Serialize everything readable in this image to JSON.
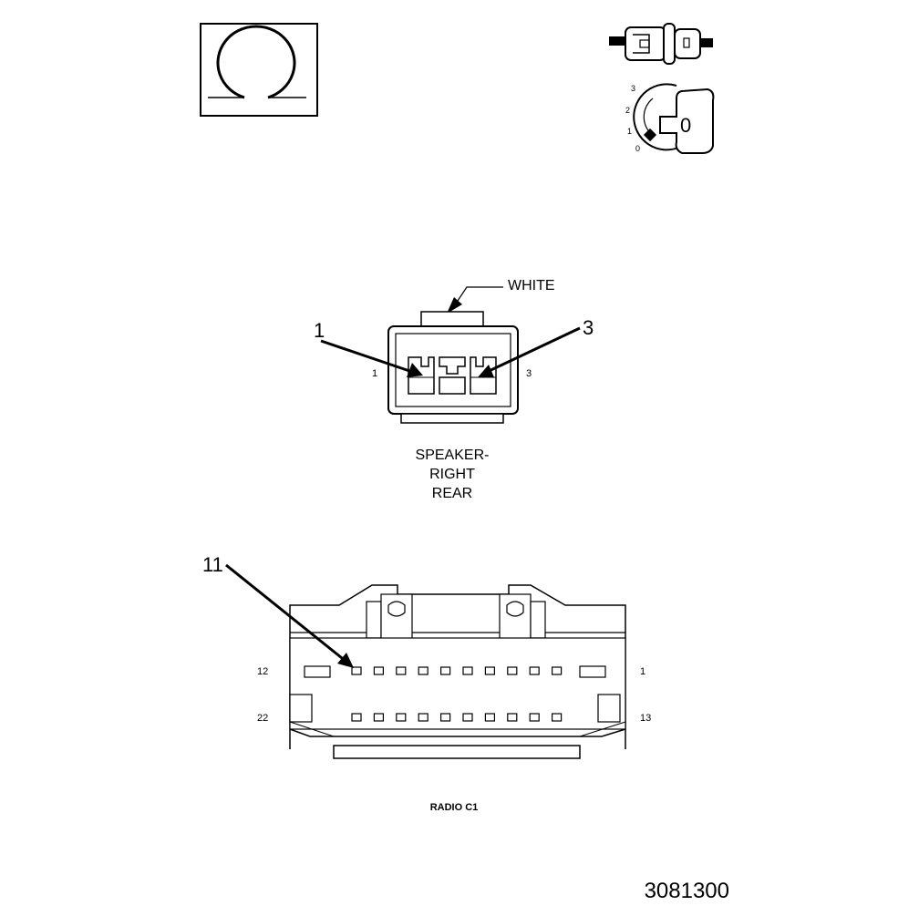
{
  "symbols": {
    "key_positions": [
      "3",
      "2",
      "1",
      "0"
    ],
    "key_glyph": "0"
  },
  "speaker_connector": {
    "color_label": "WHITE",
    "callout_left": "1",
    "callout_right": "3",
    "pin_left": "1",
    "pin_right": "3",
    "title_lines": [
      "SPEAKER-",
      "RIGHT",
      "REAR"
    ]
  },
  "radio_connector": {
    "callout": "11",
    "row_top_left": "12",
    "row_top_right": "1",
    "row_bottom_left": "22",
    "row_bottom_right": "13",
    "title": "RADIO C1"
  },
  "figure_id": "3081300"
}
